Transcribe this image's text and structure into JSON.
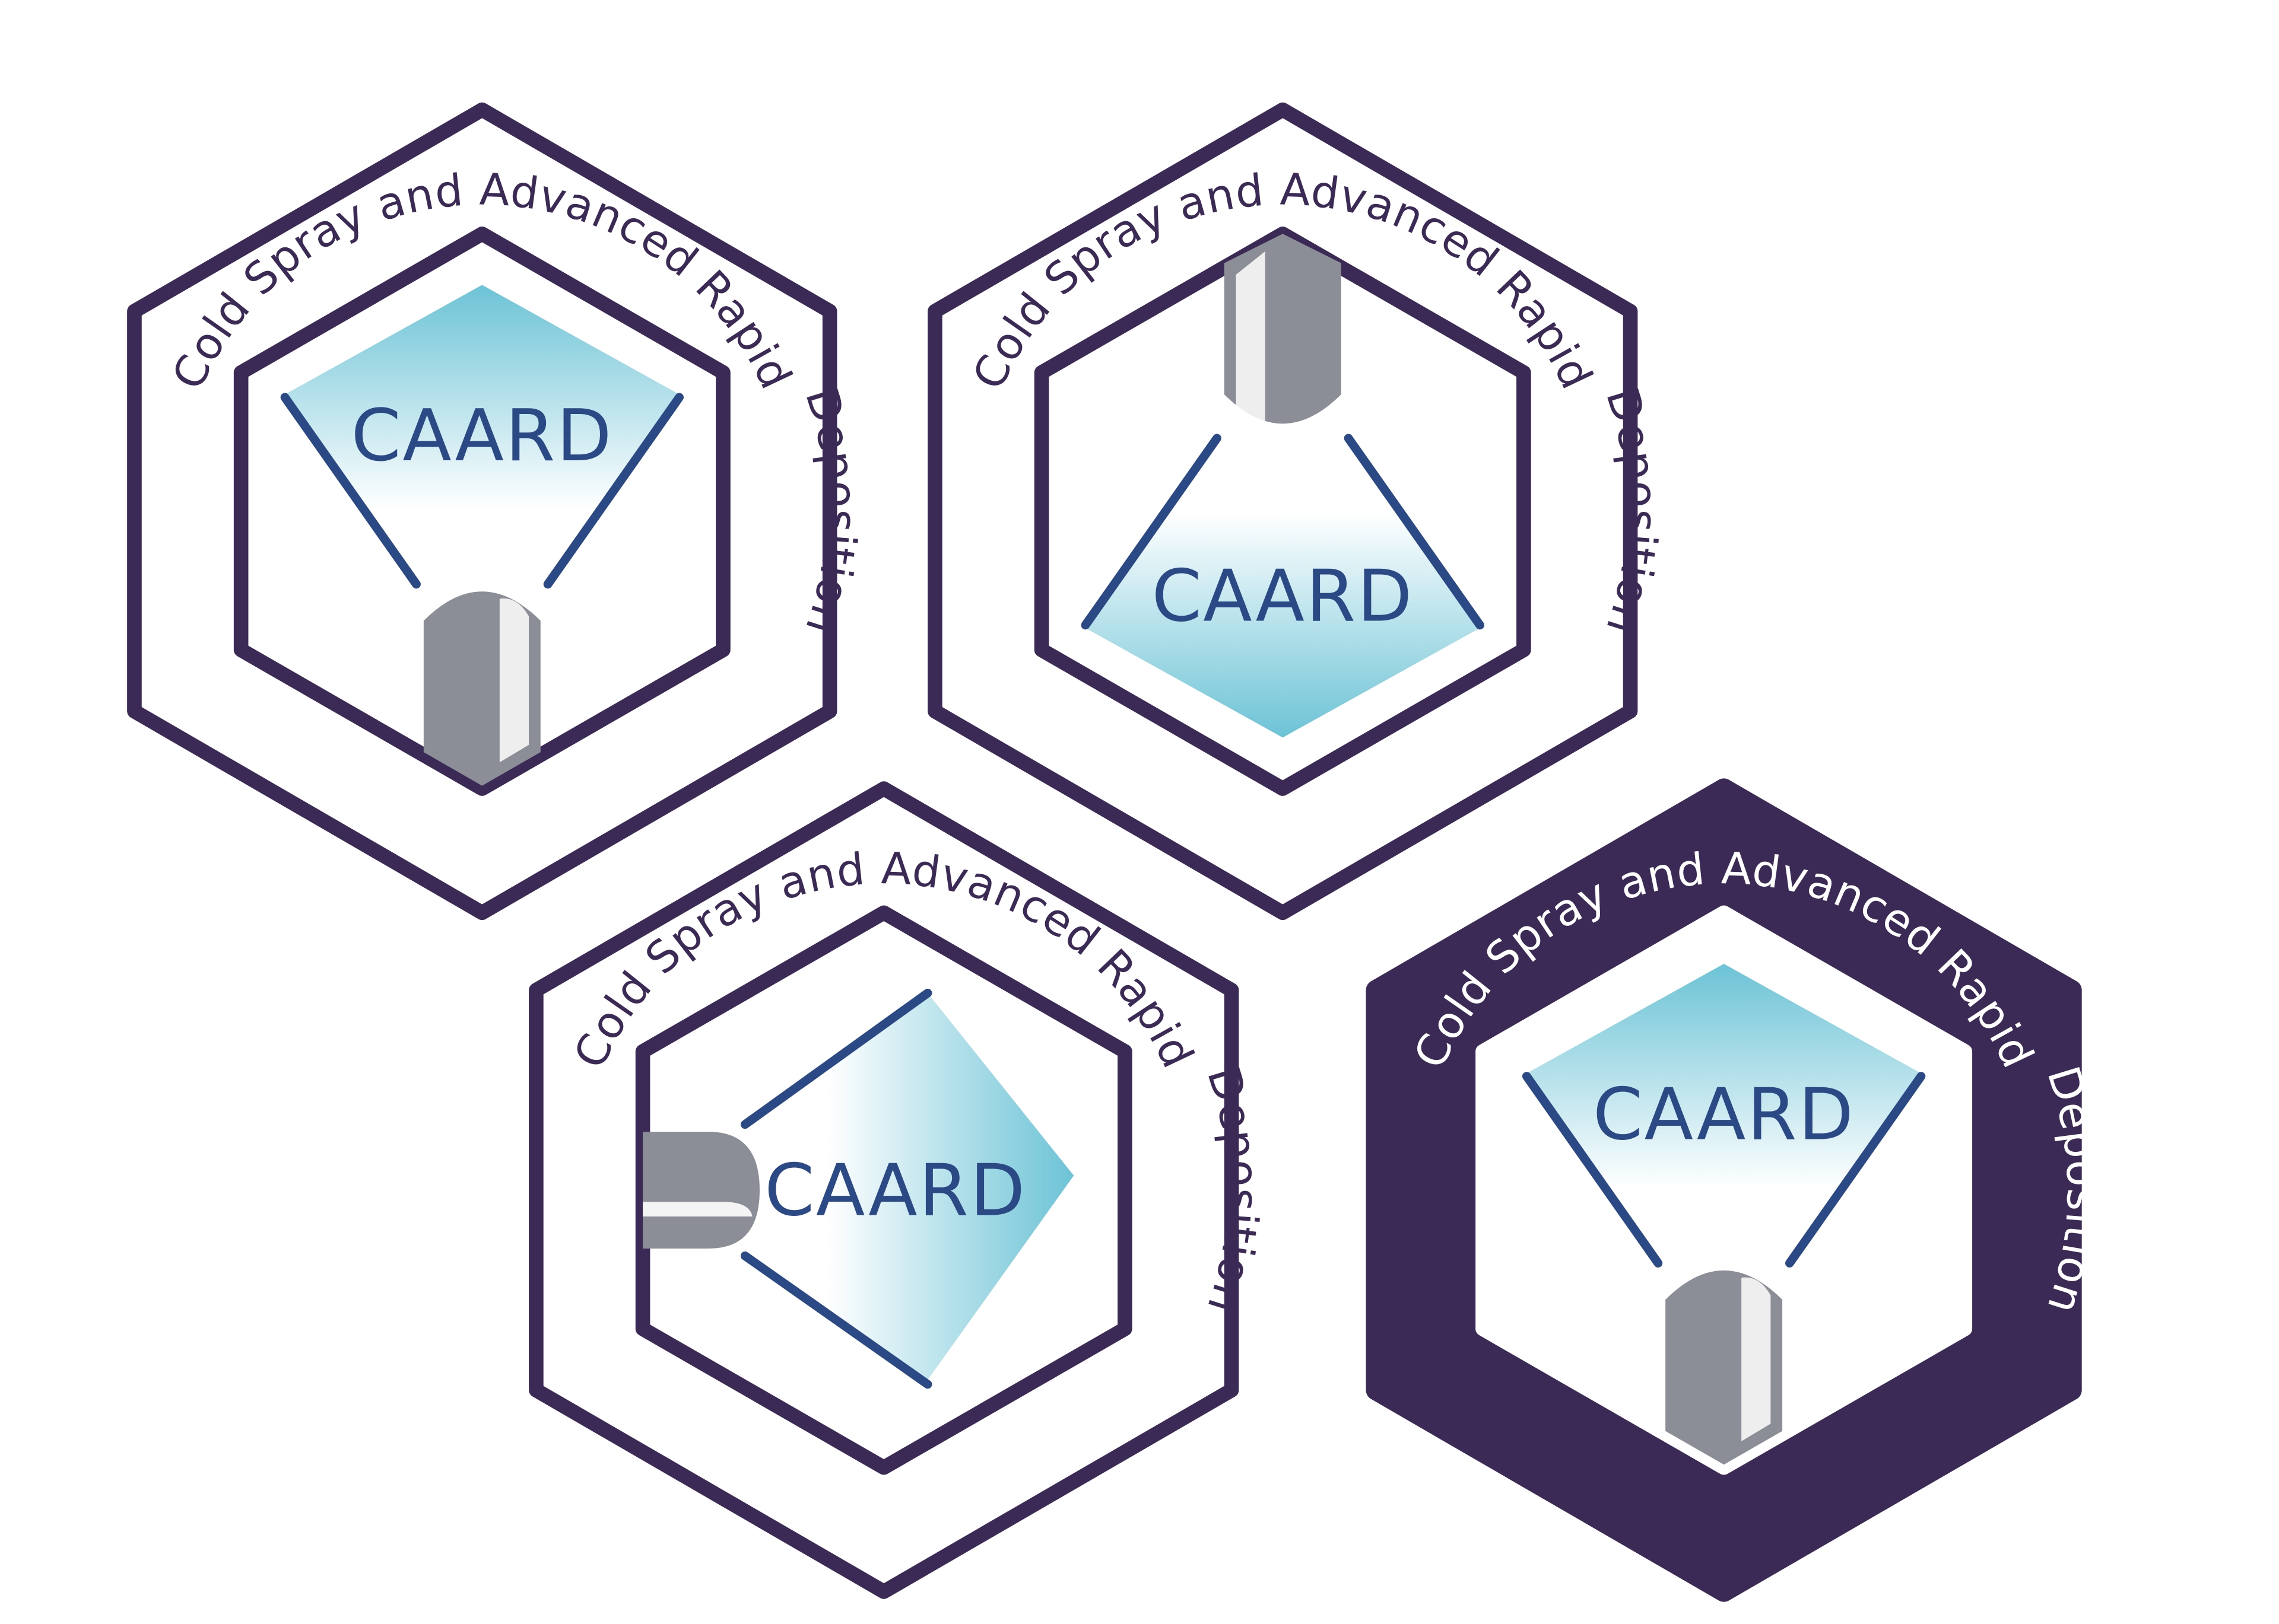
{
  "logo_variants": [
    {
      "ring_text_top": "Cold Spray and Advanced Rapid",
      "ring_text_right": "Deposition",
      "center_text": "CAARD",
      "nozzle_direction": "bottom",
      "style": "outline"
    },
    {
      "ring_text_top": "Cold Spray and Advanced Rapid",
      "ring_text_right": "Deposition",
      "center_text": "CAARD",
      "nozzle_direction": "top",
      "style": "outline"
    },
    {
      "ring_text_top": "Cold Spray and Advanced Rapid",
      "ring_text_right": "Deposition",
      "center_text": "CAARD",
      "nozzle_direction": "left",
      "style": "outline"
    },
    {
      "ring_text_top": "Cold Spray and Advanced Rapid",
      "ring_text_right": "Deposition",
      "center_text": "CAARD",
      "nozzle_direction": "bottom",
      "style": "filled"
    }
  ],
  "colors": {
    "frame_purple": "#3a2a55",
    "text_navy": "#2b4a85",
    "spray_cyan": "#6cc3d6",
    "nozzle_gray": "#8b8e96",
    "background": "#ffffff"
  }
}
